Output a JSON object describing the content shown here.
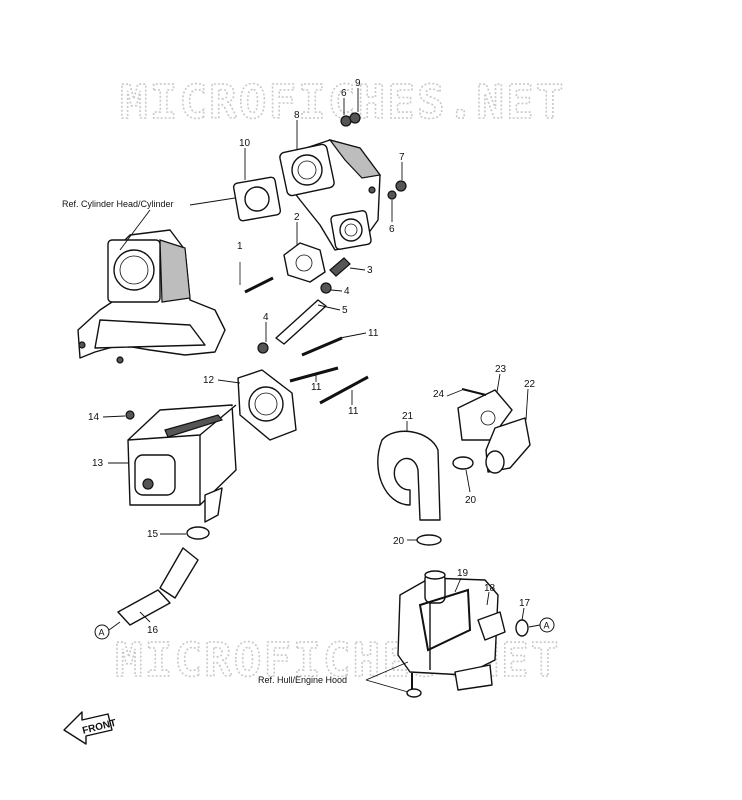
{
  "watermark": {
    "top": "MICROFICHES.NET",
    "bottom": "MICROFICHES.NET"
  },
  "references": {
    "cylinder": "Ref. Cylinder Head/Cylinder",
    "hull": "Ref. Hull/Engine Hood"
  },
  "connector_label": "A",
  "front_label": "FRONT",
  "callouts": {
    "c1": "1",
    "c2": "2",
    "c3": "3",
    "c4a": "4",
    "c4b": "4",
    "c5": "5",
    "c6a": "6",
    "c6b": "6",
    "c7": "7",
    "c8": "8",
    "c9": "9",
    "c10": "10",
    "c11a": "11",
    "c11b": "11",
    "c11c": "11",
    "c12": "12",
    "c13": "13",
    "c14": "14",
    "c15": "15",
    "c16": "16",
    "c17": "17",
    "c18": "18",
    "c19": "19",
    "c20a": "20",
    "c20b": "20",
    "c21": "21",
    "c22": "22",
    "c23": "23",
    "c24": "24"
  }
}
